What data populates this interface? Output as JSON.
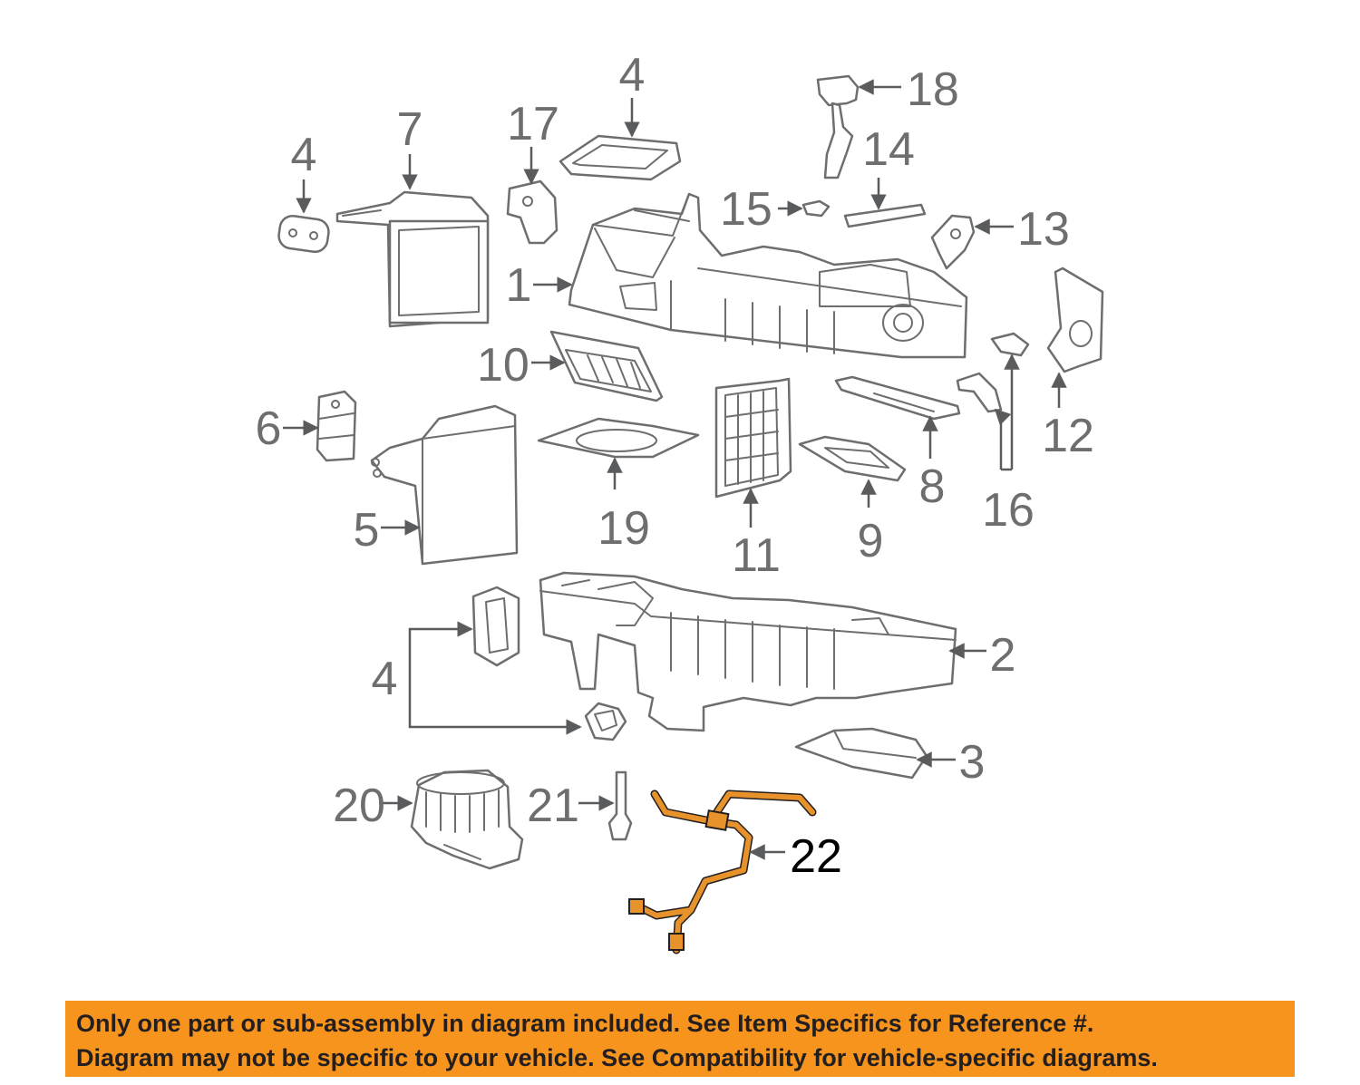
{
  "callouts": {
    "c1": "1",
    "c2": "2",
    "c3": "3",
    "c4a": "4",
    "c4b": "4",
    "c4c": "4",
    "c5": "5",
    "c6": "6",
    "c7": "7",
    "c8": "8",
    "c9": "9",
    "c10": "10",
    "c11": "11",
    "c12": "12",
    "c13": "13",
    "c14": "14",
    "c15": "15",
    "c16": "16",
    "c17": "17",
    "c18": "18",
    "c19": "19",
    "c20": "20",
    "c21": "21",
    "c22": "22"
  },
  "highlighted_part": "22",
  "colors": {
    "line_art": "#6d6e70",
    "highlight": "#e8922c",
    "banner_background": "#f7941d",
    "banner_text": "#231f20"
  },
  "disclaimer": {
    "line1": "Only one part or sub-assembly in diagram included. See Item Specifics for Reference #.",
    "line2": "Diagram may not be specific to your vehicle. See Compatibility for vehicle-specific diagrams."
  }
}
